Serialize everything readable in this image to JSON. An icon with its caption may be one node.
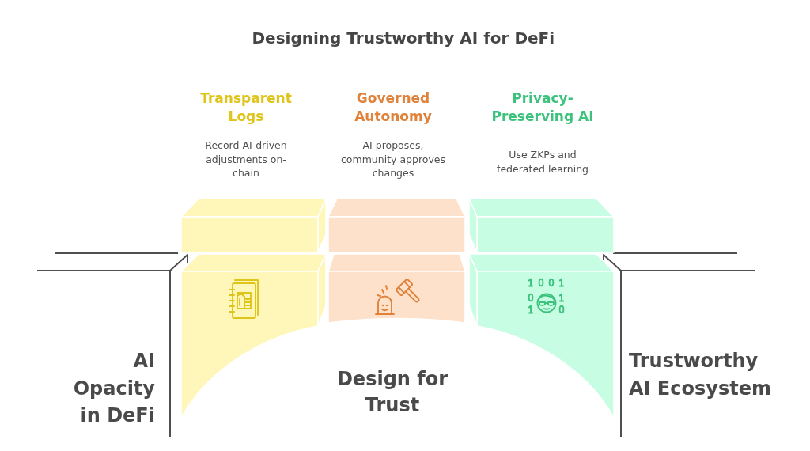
{
  "diagram": {
    "title": "Designing Trustworthy AI for DeFi",
    "nodes": [
      {
        "text": [
          "Transparent Logs",
          "Record AI-driven adjustments on-chain"
        ]
      },
      {
        "text": [
          "Governed Autonomy",
          "AI proposes, community approves changes"
        ]
      },
      {
        "text": [
          "Privacy-Preserving AI",
          "Use ZKPs and federated learning"
        ]
      }
    ],
    "labels": [
      "AI Opacity in DeFi",
      "Design for Trust",
      "Trustworthy AI Ecosystem"
    ]
  }
}
